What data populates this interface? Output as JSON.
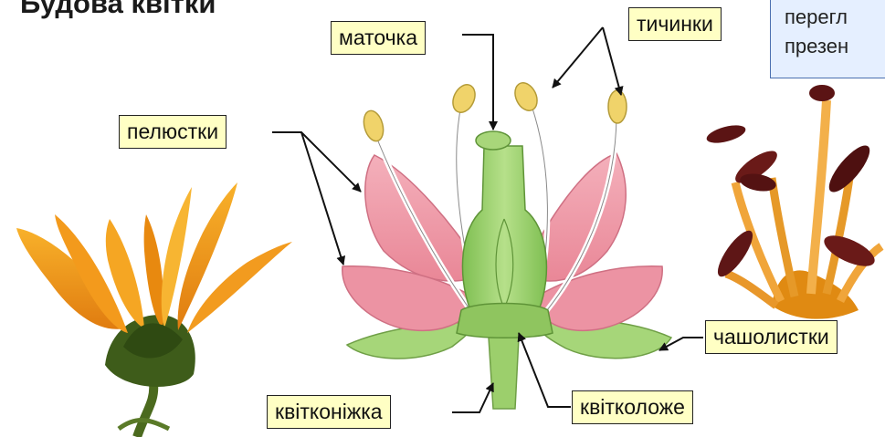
{
  "title": "Будова квітки",
  "labels": {
    "pistil": "маточка",
    "stamens": "тичинки",
    "petals": "пелюстки",
    "sepals": "чашолистки",
    "pedicel": "квітконіжка",
    "receptacle": "квітколоже"
  },
  "note": {
    "line1": "перегл",
    "line2": "презен"
  },
  "colors": {
    "label_fill": "#ffffc4",
    "note_fill": "#e5efff",
    "petal": "#ef9aa8",
    "stem": "#9ccf6c",
    "anther": "#f0d36a",
    "photo_petal": "#f0a21e",
    "photo_stamen": "#5b1414"
  }
}
